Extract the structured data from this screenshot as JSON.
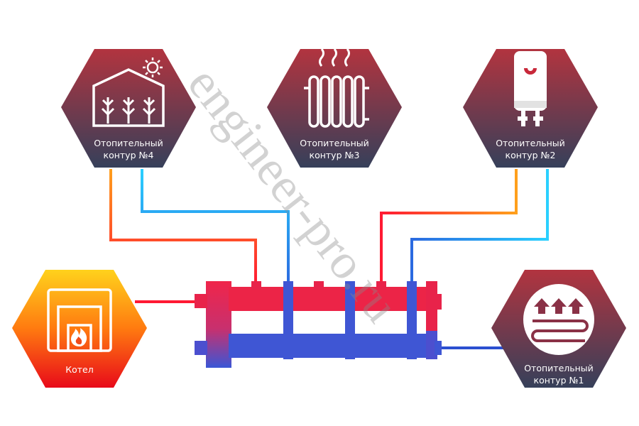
{
  "watermark": "engineer-pro.ru",
  "nodes": {
    "circuit4": {
      "line1": "Отопительный",
      "line2": "контур  №4",
      "icon": "greenhouse-icon"
    },
    "circuit3": {
      "line1": "Отопительный",
      "line2": "контур  №3",
      "icon": "radiator-icon"
    },
    "circuit2": {
      "line1": "Отопительный",
      "line2": "контур  №2",
      "icon": "water-heater-icon"
    },
    "circuit1": {
      "line1": "Отопительный",
      "line2": "контур  №1",
      "icon": "underfloor-heating-icon"
    },
    "boiler": {
      "label": "Котел",
      "icon": "boiler-icon"
    }
  },
  "colors": {
    "hex_top": "#b2343f",
    "hex_bottom": "#36405a",
    "boiler_top": "#ffd21c",
    "boiler_bottom": "#e80a1a",
    "hot_pipe": "#ff1a33",
    "cold_pipe": "#2b5fd9",
    "manifold_hot": "#e8234a",
    "manifold_cold": "#3a56d6"
  }
}
